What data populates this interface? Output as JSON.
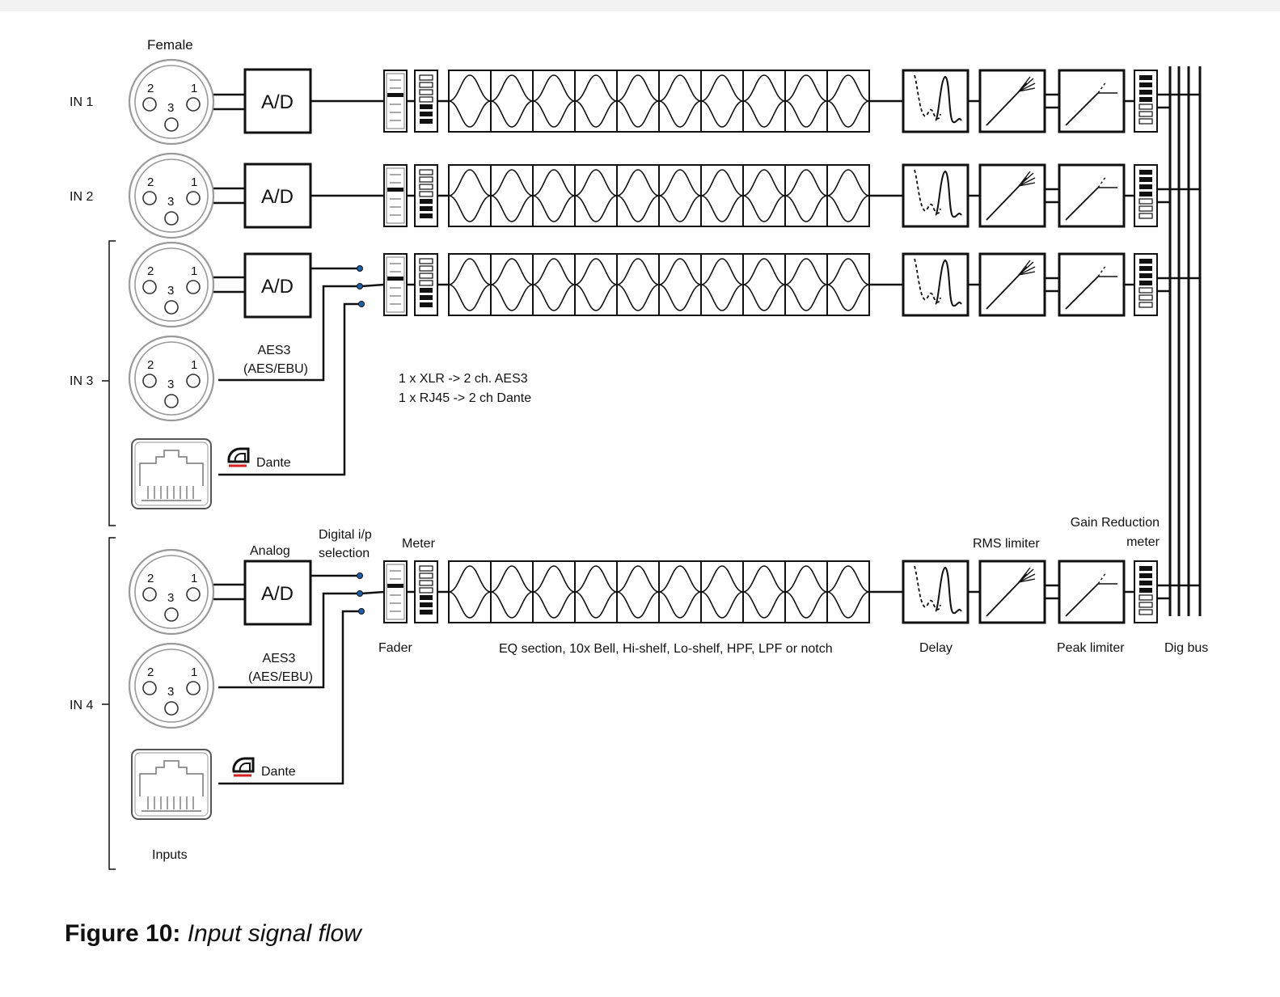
{
  "figure": {
    "number_label": "Figure 10:",
    "title": "Input signal flow"
  },
  "inputs": {
    "female_label": "Female",
    "inputs_label": "Inputs",
    "channels": [
      "IN 1",
      "IN 2",
      "IN 3",
      "IN 4"
    ],
    "xlr_pins": [
      "1",
      "2",
      "3"
    ]
  },
  "blocks": {
    "ad": "A/D",
    "aes3": "AES3",
    "aes_ebu": "(AES/EBU)",
    "dante": "Dante",
    "analog": "Analog",
    "digital_ip": "Digital i/p",
    "selection": "selection",
    "meter": "Meter",
    "fader": "Fader",
    "eq_section": "EQ section, 10x Bell, Hi-shelf, Lo-shelf, HPF, LPF or notch",
    "delay": "Delay",
    "rms_limiter": "RMS limiter",
    "gain_reduction": "Gain Reduction",
    "gain_reduction_meter": "meter",
    "peak_limiter": "Peak limiter",
    "dig_bus": "Dig bus"
  },
  "note": {
    "line1": "1 x XLR -> 2 ch. AES3",
    "line2": "1 x RJ45 -> 2 ch Dante"
  },
  "colors": {
    "line": "#111111",
    "connector": "#9a9a9a",
    "switch_dot": "#1f5fa8",
    "dante_red": "#d62020"
  }
}
